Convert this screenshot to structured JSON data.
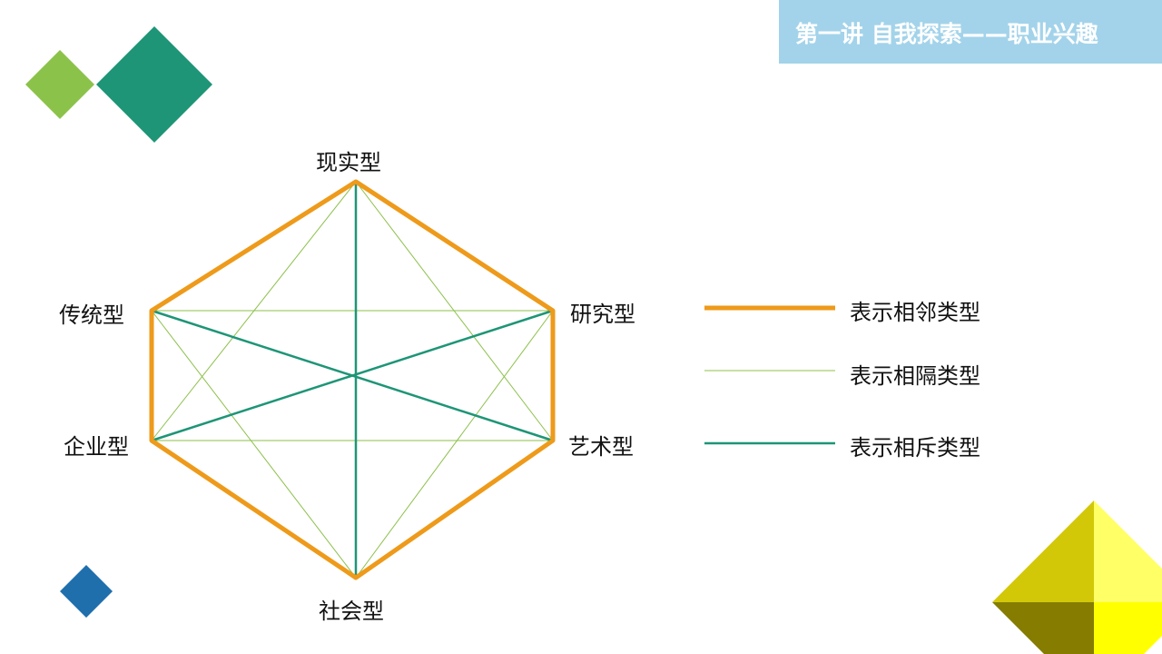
{
  "header": {
    "title": "第一讲 自我探索——职业兴趣"
  },
  "diagram": {
    "nodes": {
      "realistic": "现实型",
      "investigative": "研究型",
      "artistic": "艺术型",
      "social": "社会型",
      "enterprising": "企业型",
      "conventional": "传统型"
    },
    "legend": [
      {
        "label": "表示相邻类型",
        "color": "#ee9a1a"
      },
      {
        "label": "表示相隔类型",
        "color": "#8cc04a"
      },
      {
        "label": "表示相斥类型",
        "color": "#1e9577"
      }
    ]
  },
  "colors": {
    "title_bg": "#a3d3ea",
    "diamond_light_green": "#8bc34a",
    "diamond_dark_green": "#1e9577",
    "diamond_blue": "#1f6fad"
  }
}
